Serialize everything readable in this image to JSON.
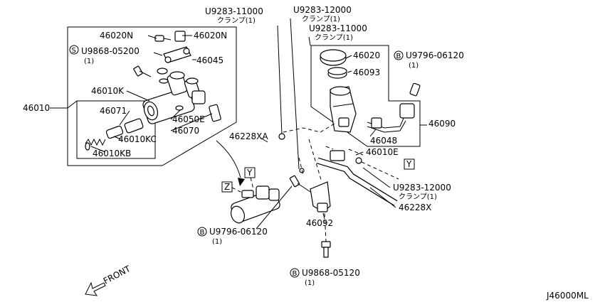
{
  "diagram_code": "J46000ML",
  "front_label": "FRONT",
  "badges": {
    "s": "S",
    "b": "B",
    "y": "Y",
    "z": "Z"
  },
  "labels": {
    "p46010": "46010",
    "p46010k": "46010K",
    "p46071": "46071",
    "p46010kc": "46010KC",
    "p46010kb": "46010KB",
    "p46020n_a": "46020N",
    "p46020n_b": "46020N",
    "p46045": "46045",
    "p46050e": "46050E",
    "p46070": "46070",
    "u98680520": "U9868-05200",
    "u98680520_qty": "(1)",
    "u9283_11000_a": "U9283-11000",
    "u9283_11000_a_sub": "クランプ(1)",
    "u9283_12000_a": "U9283-12000",
    "u9283_12000_a_sub": "クランプ(1)",
    "u9283_11000_b": "U9283-11000",
    "u9283_11000_b_sub": "クランプ(1)",
    "p46020": "46020",
    "p46093": "46093",
    "u979606120_a": "U9796-06120",
    "u979606120_a_qty": "(1)",
    "p46090": "46090",
    "p46048": "46048",
    "p46228xa": "46228XA",
    "p46010e": "46010E",
    "u9283_12000_b": "U9283-12000",
    "u9283_12000_b_sub": "クランプ(1)",
    "p46228x": "46228X",
    "u979606120_b": "U9796-06120",
    "u979606120_b_qty": "(1)",
    "p46092": "46092",
    "u986805120": "U9868-05120",
    "u986805120_qty": "(1)"
  }
}
